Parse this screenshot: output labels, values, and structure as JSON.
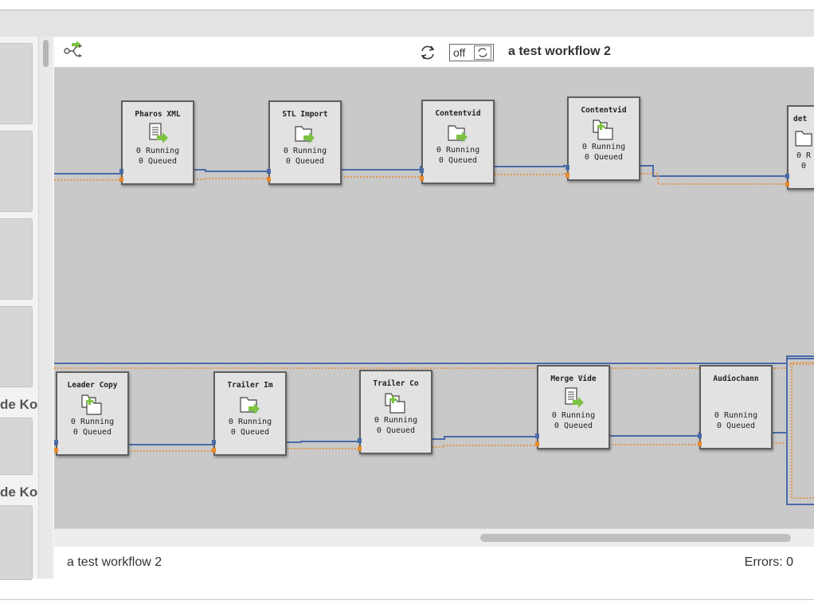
{
  "toolbar": {
    "workflow_icon": "workflow-branch-icon",
    "refresh_icon": "refresh-icon",
    "auto_refresh_label": "off",
    "title": "a test workflow 2"
  },
  "sidebar": {
    "labels": [
      "de Ko",
      "de Ko"
    ]
  },
  "nodes": [
    {
      "title": "Pharos XML",
      "icon": "document-arrow-icon",
      "running": "0 Running",
      "queued": "0 Queued"
    },
    {
      "title": "STL Import",
      "icon": "folder-arrow-icon",
      "running": "0 Running",
      "queued": "0 Queued"
    },
    {
      "title": "Contentvid",
      "icon": "folder-arrow-icon",
      "running": "0 Running",
      "queued": "0 Queued"
    },
    {
      "title": "Contentvid",
      "icon": "folder-copy-icon",
      "running": "0 Running",
      "queued": "0 Queued"
    },
    {
      "title": "det",
      "icon": "folder-icon",
      "running": "0 R",
      "queued": "0"
    },
    {
      "title": "Leader Copy",
      "icon": "folder-copy-icon",
      "running": "0 Running",
      "queued": "0 Queued"
    },
    {
      "title": "Trailer Im",
      "icon": "folder-arrow-icon",
      "running": "0 Running",
      "queued": "0 Queued"
    },
    {
      "title": "Trailer Co",
      "icon": "folder-copy-icon",
      "running": "0 Running",
      "queued": "0 Queued"
    },
    {
      "title": "Merge Vide",
      "icon": "document-arrow-icon",
      "running": "0 Running",
      "queued": "0 Queued"
    },
    {
      "title": "Audiochann",
      "icon": "none",
      "running": "0 Running",
      "queued": "0 Queued"
    }
  ],
  "status": {
    "left": "a test workflow 2",
    "right": "Errors: 0"
  },
  "colors": {
    "canvas": "#c9c9c9",
    "connector_blue": "#4a6aa8",
    "connector_orange": "#e8892a",
    "icon_green": "#7dc242"
  }
}
